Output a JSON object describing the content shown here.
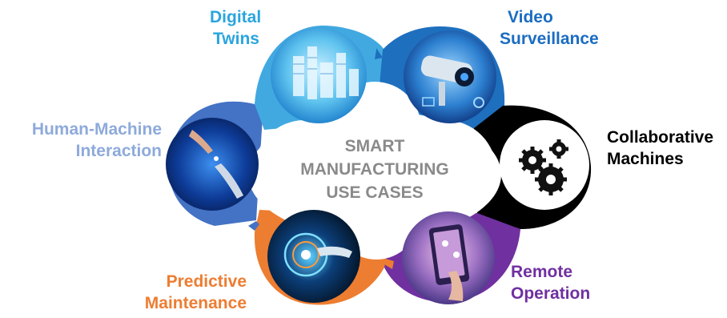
{
  "center": {
    "line1": "SMART",
    "line2": "MANUFACTURING",
    "line3": "USE CASES"
  },
  "segments": [
    {
      "id": "digital-twins",
      "line1": "Digital",
      "line2": "Twins",
      "color": "#2aa5de",
      "icon": "digital-twins-city-icon"
    },
    {
      "id": "video-surveillance",
      "line1": "Video",
      "line2": "Surveillance",
      "color": "#1b6cc1",
      "icon": "security-camera-icon"
    },
    {
      "id": "collaborative-machines",
      "line1": "Collaborative",
      "line2": "Machines",
      "color": "#000000",
      "icon": "gears-icon"
    },
    {
      "id": "remote-operation",
      "line1": "Remote",
      "line2": "Operation",
      "color": "#7030a0",
      "icon": "tablet-hand-icon"
    },
    {
      "id": "predictive-maintenance",
      "line1": "Predictive",
      "line2": "Maintenance",
      "color": "#ed7d31",
      "icon": "touch-hud-icon"
    },
    {
      "id": "human-machine-interaction",
      "line1": "Human-Machine",
      "line2": "Interaction",
      "color": "#8eaadb",
      "icon": "robot-hand-icon"
    }
  ],
  "ring_colors": {
    "digital_twins": "#41a9e0",
    "video_surveillance": "#1e6fbe",
    "collaborative_machines": "#000000",
    "remote_operation": "#7030a0",
    "predictive_maintenance": "#ed7d31",
    "human_machine_interaction": "#4472c4"
  }
}
